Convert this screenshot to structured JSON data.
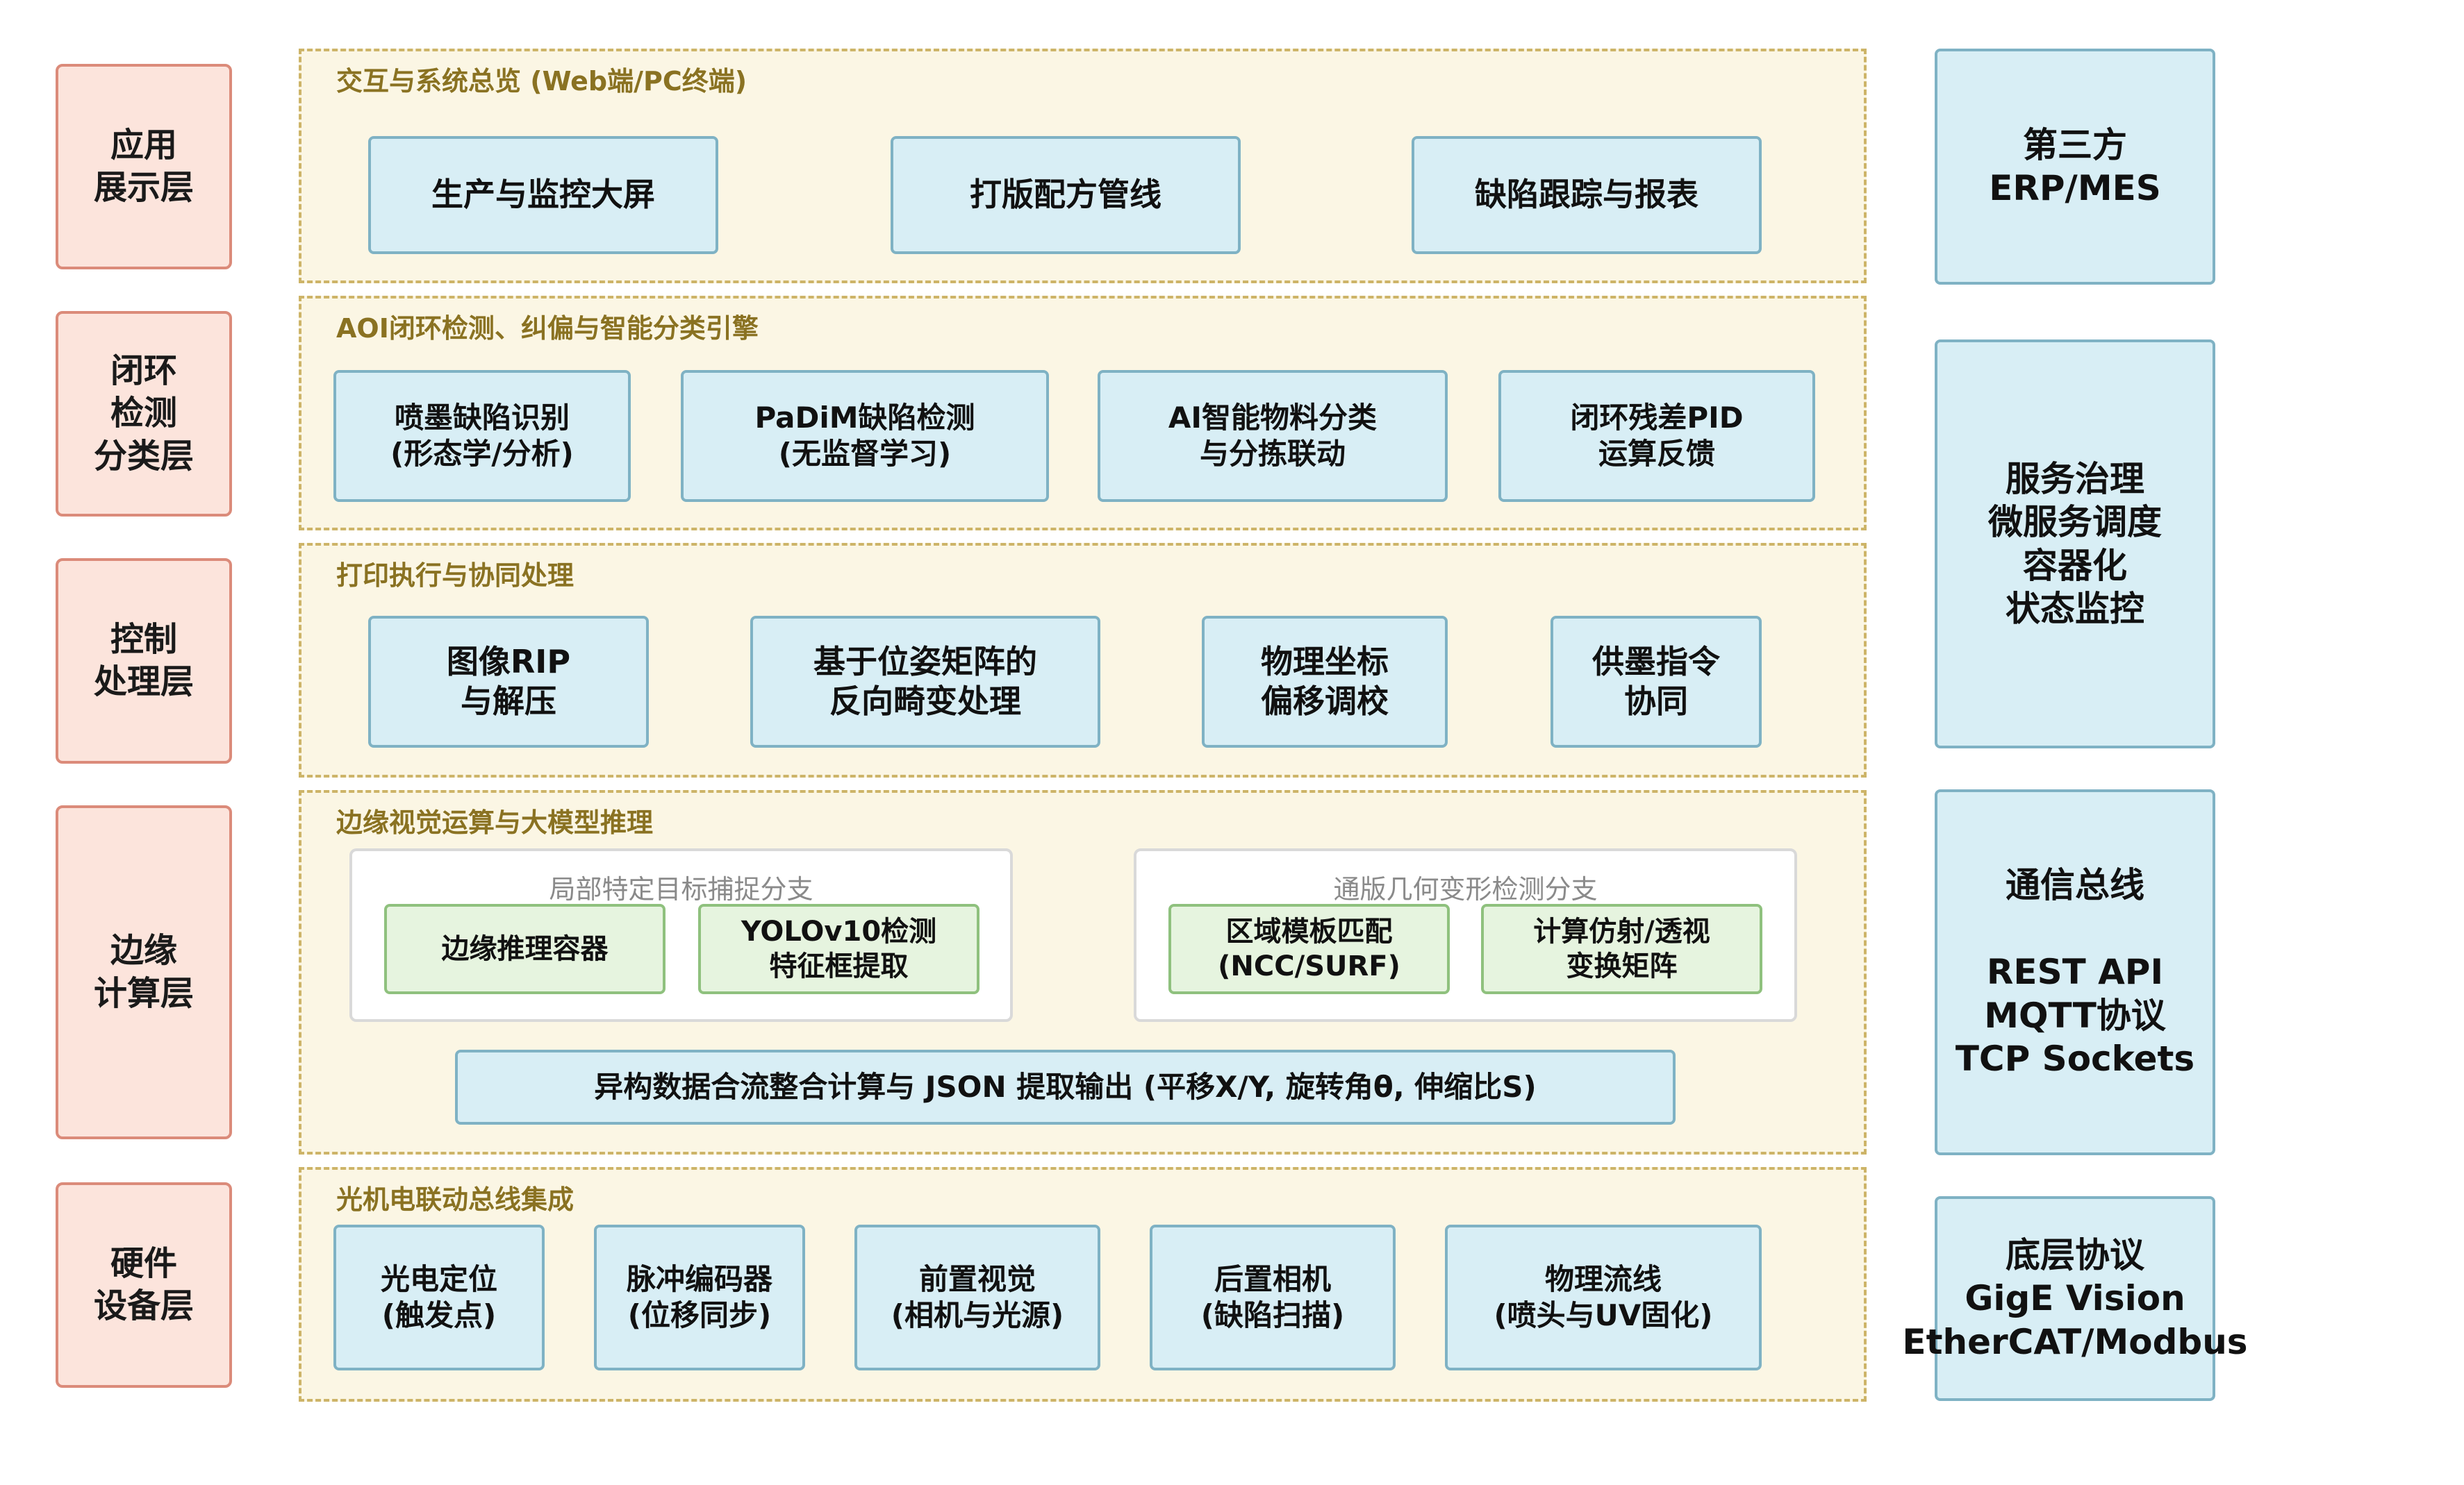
{
  "layers": [
    {
      "label": "应用\n展示层"
    },
    {
      "label": "闭环\n检测\n分类层"
    },
    {
      "label": "控制\n处理层"
    },
    {
      "label": "边缘\n计算层"
    },
    {
      "label": "硬件\n设备层"
    }
  ],
  "right": [
    {
      "label": "第三方\nERP/MES"
    },
    {
      "label": "服务治理\n微服务调度\n容器化\n状态监控"
    },
    {
      "label": "通信总线\n\nREST API\nMQTT协议\nTCP Sockets"
    },
    {
      "label": "底层协议\nGigE Vision\nEtherCAT/Modbus"
    }
  ],
  "panels": {
    "app": {
      "title": "交互与系统总览 (Web端/PC终端)",
      "items": [
        "生产与监控大屏",
        "打版配方管线",
        "缺陷跟踪与报表"
      ]
    },
    "aoi": {
      "title": "AOI闭环检测、纠偏与智能分类引擎",
      "items": [
        "喷墨缺陷识别\n(形态学/分析)",
        "PaDiM缺陷检测\n(无监督学习)",
        "AI智能物料分类\n与分拣联动",
        "闭环残差PID\n运算反馈"
      ]
    },
    "control": {
      "title": "打印执行与协同处理",
      "items": [
        "图像RIP\n与解压",
        "基于位姿矩阵的\n反向畸变处理",
        "物理坐标\n偏移调校",
        "供墨指令\n协同"
      ]
    },
    "edge": {
      "title": "边缘视觉运算与大模型推理",
      "branches": [
        {
          "title": "局部特定目标捕捉分支",
          "items": [
            "边缘推理容器",
            "YOLOv10检测\n特征框提取"
          ]
        },
        {
          "title": "通版几何变形检测分支",
          "items": [
            "区域模板匹配\n(NCC/SURF)",
            "计算仿射/透视\n变换矩阵"
          ]
        }
      ],
      "output": "异构数据合流整合计算与 JSON 提取输出 (平移X/Y, 旋转角θ, 伸缩比S)"
    },
    "hardware": {
      "title": "光机电联动总线集成",
      "items": [
        "光电定位\n(触发点)",
        "脉冲编码器\n(位移同步)",
        "前置视觉\n(相机与光源)",
        "后置相机\n(缺陷扫描)",
        "物理流线\n(喷头与UV固化)"
      ]
    }
  }
}
